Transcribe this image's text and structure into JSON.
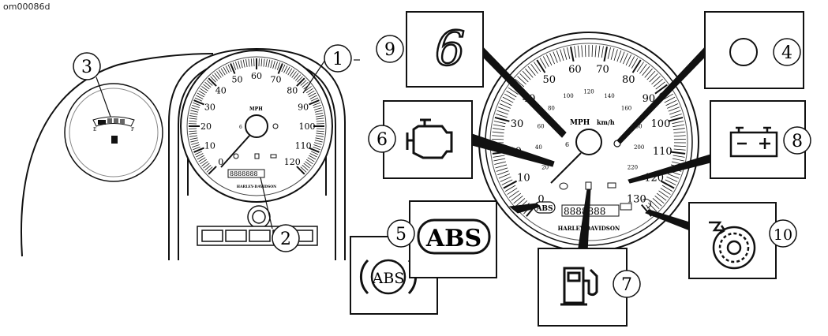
{
  "figure_code": "om00086d",
  "callouts": [
    "1",
    "2",
    "3",
    "4",
    "5",
    "6",
    "7",
    "8",
    "9",
    "10"
  ],
  "gauge": {
    "unit_mph": "MPH",
    "unit_kmh": "km/h",
    "brand": "HARLEY-DAVIDSON",
    "brand_small": "HARLEY-DAVIDSON",
    "mph_ticks": [
      "0",
      "10",
      "20",
      "30",
      "40",
      "50",
      "60",
      "70",
      "80",
      "90",
      "100",
      "110",
      "120",
      "130"
    ],
    "mph_ticks_small": [
      "0",
      "10",
      "20",
      "30",
      "40",
      "50",
      "60",
      "70",
      "80",
      "90",
      "100",
      "110",
      "120"
    ],
    "kmh_ticks": [
      "20",
      "40",
      "60",
      "80",
      "100",
      "120",
      "140",
      "160",
      "180",
      "200",
      "220"
    ],
    "gear_digit": "6",
    "abs_label": "ABS",
    "odometer": "8888888"
  },
  "icons": {
    "gear_digit": "6",
    "abs_label": "ABS",
    "abs_ring_label": "ABS"
  },
  "fuel_gauge": {
    "empty": "E",
    "full": "F"
  }
}
